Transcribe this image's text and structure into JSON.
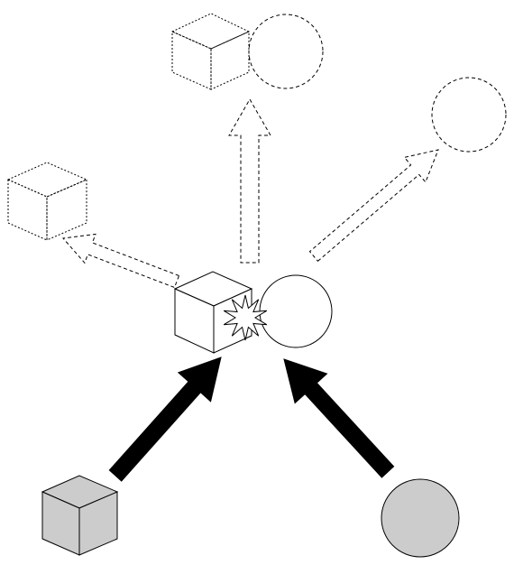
{
  "diagram": {
    "colors": {
      "background": "#ffffff",
      "stroke": "#000000",
      "solid_arrow": "#000000",
      "grey_fill": "#cccccc",
      "white_fill": "#ffffff"
    },
    "objects": [
      {
        "name": "initial-cube",
        "shape": "cube",
        "state": "before-collision",
        "fill": "grey"
      },
      {
        "name": "initial-sphere",
        "shape": "circle",
        "state": "before-collision",
        "fill": "grey"
      },
      {
        "name": "collision-cube",
        "shape": "cube",
        "state": "at-collision",
        "fill": "white"
      },
      {
        "name": "collision-sphere",
        "shape": "circle",
        "state": "at-collision",
        "fill": "white"
      },
      {
        "name": "outcome-cube-left",
        "shape": "cube",
        "state": "after-collision",
        "style": "dashed"
      },
      {
        "name": "outcome-cube-top",
        "shape": "cube",
        "state": "after-collision",
        "style": "dashed"
      },
      {
        "name": "outcome-sphere-top",
        "shape": "circle",
        "state": "after-collision",
        "style": "dashed"
      },
      {
        "name": "outcome-sphere-right",
        "shape": "circle",
        "state": "after-collision",
        "style": "dashed"
      }
    ],
    "arrows": [
      {
        "name": "incoming-arrow-left",
        "style": "solid"
      },
      {
        "name": "incoming-arrow-right",
        "style": "solid"
      },
      {
        "name": "outgoing-arrow-left",
        "style": "dashed-outline"
      },
      {
        "name": "outgoing-arrow-up",
        "style": "dashed-outline"
      },
      {
        "name": "outgoing-arrow-right",
        "style": "dashed-outline"
      }
    ],
    "impact_marker": {
      "name": "impact-star-icon",
      "points": 10
    }
  }
}
